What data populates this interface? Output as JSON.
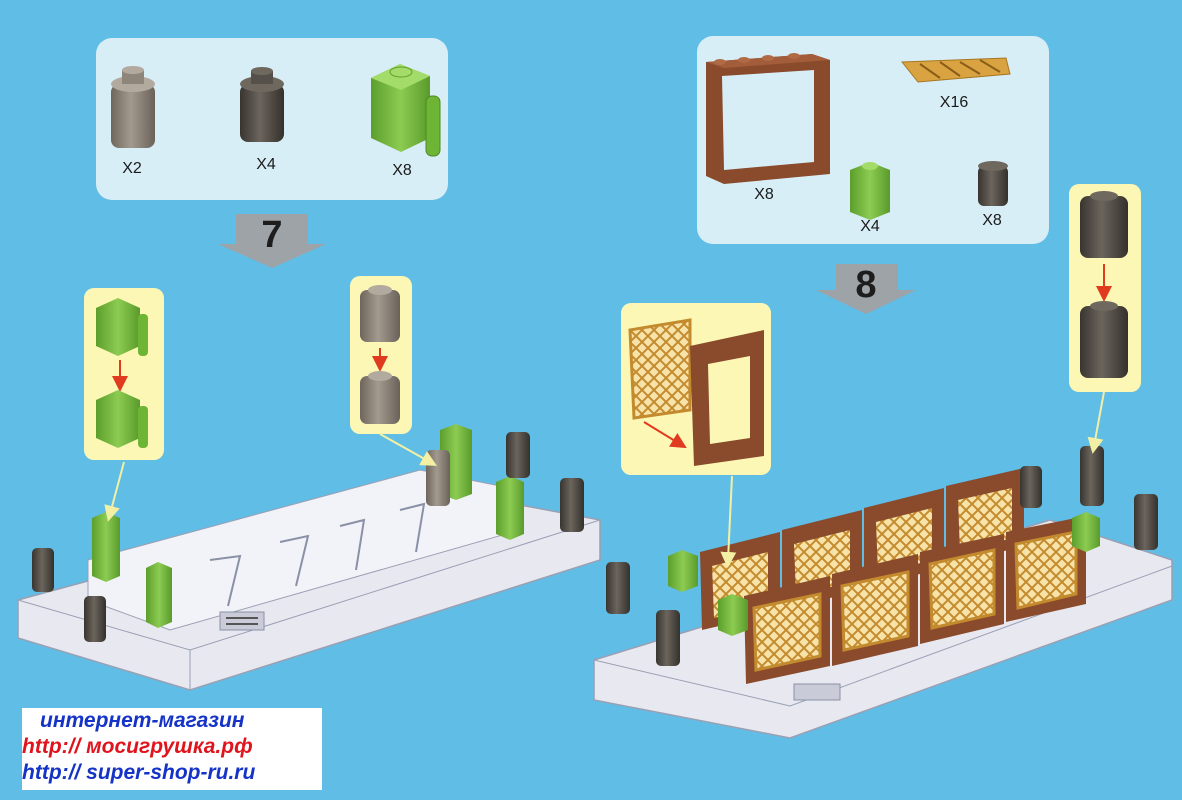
{
  "step7": {
    "number": "7",
    "parts": [
      {
        "name": "tan-round-brick",
        "qty": "X2",
        "color": "#8e857b"
      },
      {
        "name": "dark-round-brick",
        "qty": "X4",
        "color": "#555049"
      },
      {
        "name": "green-clip-brick",
        "qty": "X8",
        "color": "#7fc242"
      }
    ]
  },
  "step8": {
    "number": "8",
    "parts": [
      {
        "name": "brown-window-frame",
        "qty": "X8",
        "color": "#8a4a2c"
      },
      {
        "name": "tan-lattice-pane",
        "qty": "X16",
        "color": "#d9a341"
      },
      {
        "name": "green-square-brick",
        "qty": "X4",
        "color": "#7fc242"
      },
      {
        "name": "dark-round-brick",
        "qty": "X8",
        "color": "#555049"
      }
    ]
  },
  "watermark": {
    "line1": "интернет-магазин",
    "line2": "http:// мосигрушка.рф",
    "line3": "http:// super-shop-ru.ru"
  },
  "colors": {
    "background": "#5fbde6",
    "panel": "#d8eef7",
    "callout": "#fdf7b5",
    "arrow_grey": "#9ea3a8",
    "base_white": "#e8e9f0",
    "red_arrow": "#e03a1f"
  }
}
